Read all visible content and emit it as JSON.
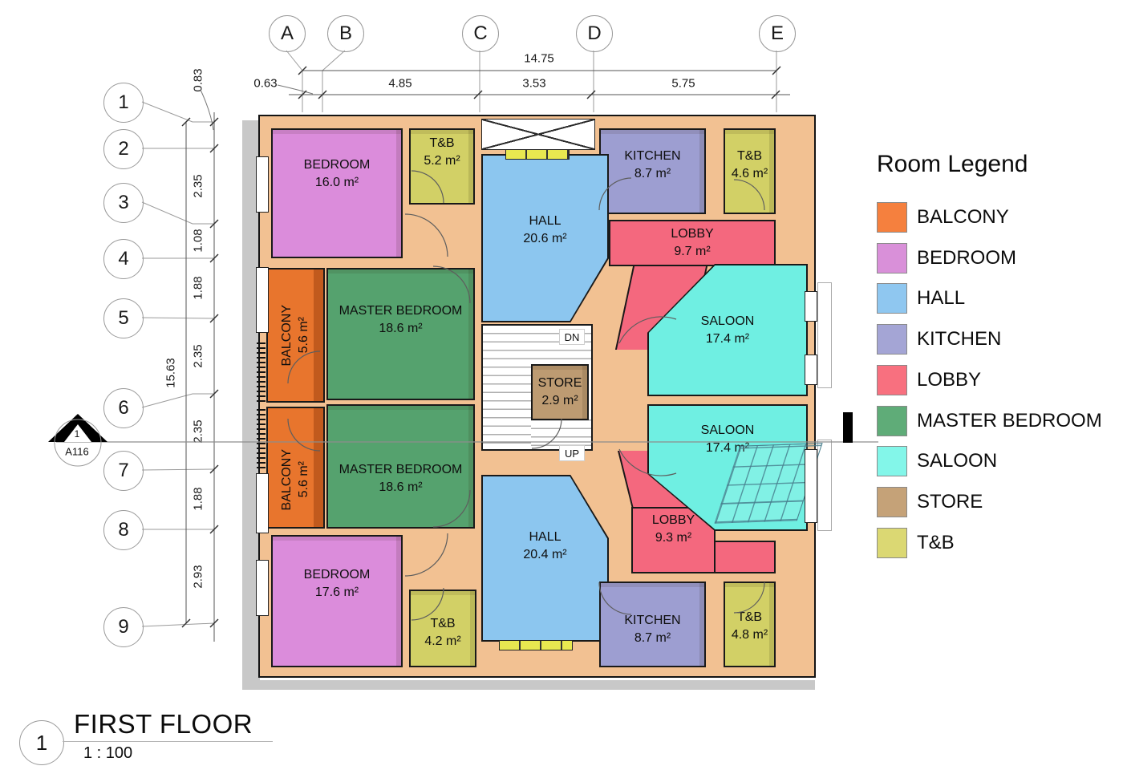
{
  "title_block": {
    "number": "1",
    "title": "FIRST FLOOR",
    "scale": "1 : 100"
  },
  "legend": {
    "title": "Room Legend",
    "items": [
      {
        "label": "BALCONY",
        "color": "#F5803E"
      },
      {
        "label": "BEDROOM",
        "color": "#D990D9"
      },
      {
        "label": "HALL",
        "color": "#8FC7F0"
      },
      {
        "label": "KITCHEN",
        "color": "#A4A5D5"
      },
      {
        "label": "LOBBY",
        "color": "#F8707F"
      },
      {
        "label": "MASTER BEDROOM",
        "color": "#5FAC78"
      },
      {
        "label": "SALOON",
        "color": "#83F6E9"
      },
      {
        "label": "STORE",
        "color": "#C5A278"
      },
      {
        "label": "T&B",
        "color": "#DBD873"
      }
    ]
  },
  "grid": {
    "columns": [
      "A",
      "B",
      "C",
      "D",
      "E"
    ],
    "rows": [
      "1",
      "2",
      "3",
      "4",
      "5",
      "6",
      "7",
      "8",
      "9"
    ]
  },
  "dimensions": {
    "top": {
      "total": "14.75",
      "segments": [
        "0.63",
        "4.85",
        "3.53",
        "5.75"
      ]
    },
    "left": {
      "total": "15.63",
      "segments": [
        "0.83",
        "2.35",
        "1.08",
        "1.88",
        "2.35",
        "2.35",
        "1.88",
        "2.93"
      ]
    }
  },
  "section_marker": {
    "number": "1",
    "sheet": "A116"
  },
  "stairs": {
    "down_label": "DN",
    "up_label": "UP"
  },
  "rooms": [
    {
      "name": "BEDROOM",
      "area": "16.0 m²",
      "color": "#DB8CDB"
    },
    {
      "name": "T&B",
      "area": "5.2 m²",
      "color": "#D2D066"
    },
    {
      "name": "HALL",
      "area": "20.6 m²",
      "color": "#8CC6EF"
    },
    {
      "name": "KITCHEN",
      "area": "8.7 m²",
      "color": "#9D9ED1"
    },
    {
      "name": "T&B",
      "area": "4.6 m²",
      "color": "#D2D066"
    },
    {
      "name": "LOBBY",
      "area": "9.7 m²",
      "color": "#F4687E"
    },
    {
      "name": "BALCONY",
      "area": "5.6 m²",
      "color": "#E8752D"
    },
    {
      "name": "MASTER BEDROOM",
      "area": "18.6 m²",
      "color": "#55A26E"
    },
    {
      "name": "SALOON",
      "area": "17.4 m²",
      "color": "#6FEFE2"
    },
    {
      "name": "STORE",
      "area": "2.9 m²",
      "color": "#BD9B72"
    },
    {
      "name": "SALOON",
      "area": "17.4 m²",
      "color": "#6FEFE2"
    },
    {
      "name": "MASTER BEDROOM",
      "area": "18.6 m²",
      "color": "#55A26E"
    },
    {
      "name": "BALCONY",
      "area": "5.6 m²",
      "color": "#E8752D"
    },
    {
      "name": "LOBBY",
      "area": "9.3 m²",
      "color": "#F4687E"
    },
    {
      "name": "HALL",
      "area": "20.4 m²",
      "color": "#8CC6EF"
    },
    {
      "name": "BEDROOM",
      "area": "17.6 m²",
      "color": "#DB8CDB"
    },
    {
      "name": "T&B",
      "area": "4.2 m²",
      "color": "#D2D066"
    },
    {
      "name": "KITCHEN",
      "area": "8.7 m²",
      "color": "#9D9ED1"
    },
    {
      "name": "T&B",
      "area": "4.8 m²",
      "color": "#D2D066"
    }
  ]
}
